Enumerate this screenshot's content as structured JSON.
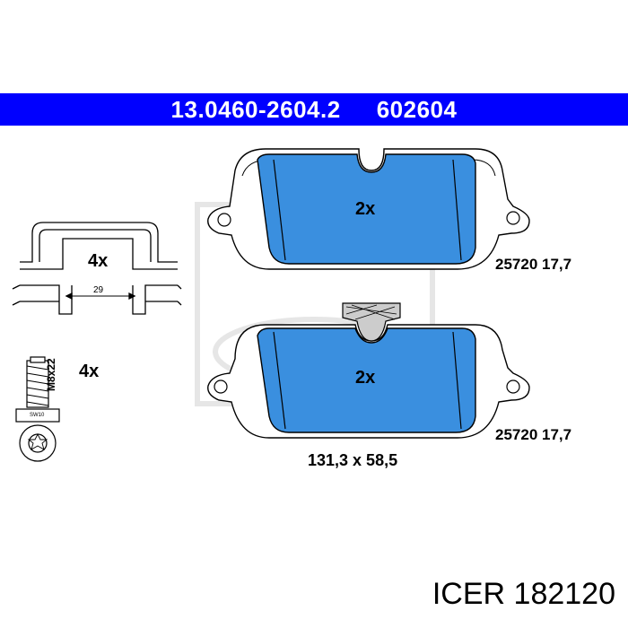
{
  "header": {
    "part_number": "13.0460-2604.2",
    "ref_number": "602604"
  },
  "pad_top": {
    "quantity": "2x",
    "spec": "25720 17,7"
  },
  "pad_bottom": {
    "quantity": "2x",
    "spec": "25720 17,7"
  },
  "dimensions": "131,3 x 58,5",
  "clip": {
    "quantity": "4x",
    "spacing": "29"
  },
  "bolt": {
    "quantity": "4x",
    "thread": "M8x22",
    "drive": "SW10"
  },
  "footer": {
    "brand_code": "ICER 182120"
  },
  "colors": {
    "band": "#0000ff",
    "pad_fill": "#3a8fdf"
  }
}
